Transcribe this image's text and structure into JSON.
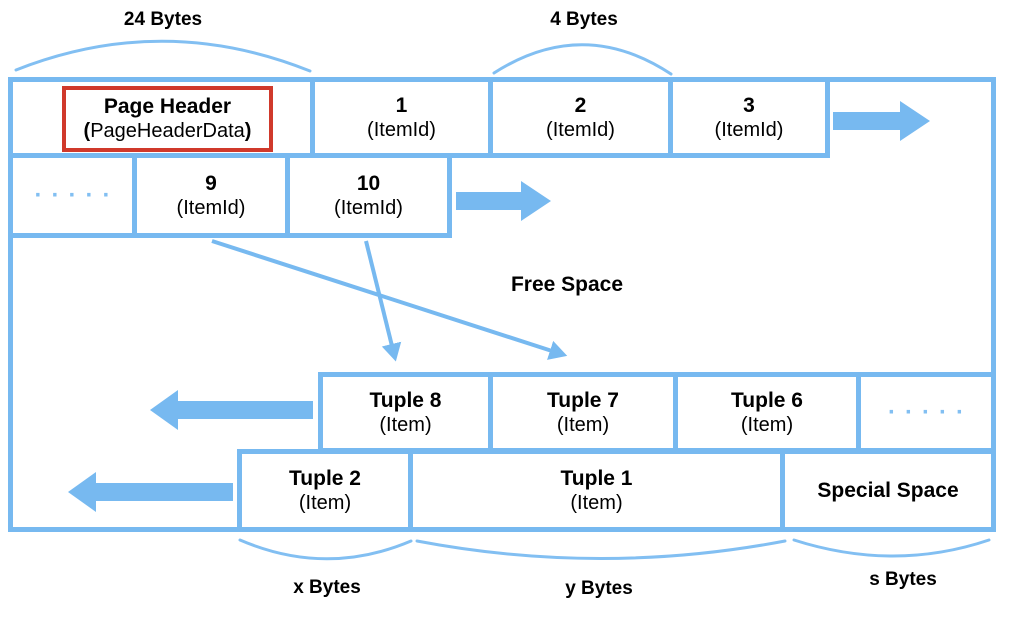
{
  "colors": {
    "blue": "#77B9F0",
    "blue_stroke": "#82BFF2",
    "red_highlight": "#D0392B",
    "text": "#000000"
  },
  "annotations": {
    "top_left": "24 Bytes",
    "top_right": "4 Bytes",
    "free_space": "Free Space",
    "bottom_x": "x Bytes",
    "bottom_y": "y Bytes",
    "bottom_s": "s Bytes"
  },
  "page_header": {
    "title": "Page Header",
    "paren_open": "(",
    "name": "PageHeaderData",
    "paren_close": ")"
  },
  "item_pointers_row1": [
    {
      "id": "1",
      "type": "(ItemId)"
    },
    {
      "id": "2",
      "type": "(ItemId)"
    },
    {
      "id": "3",
      "type": "(ItemId)"
    }
  ],
  "item_pointers_row2": {
    "ellipsis": "·····",
    "items": [
      {
        "id": "9",
        "type": "(ItemId)"
      },
      {
        "id": "10",
        "type": "(ItemId)"
      }
    ]
  },
  "tuples_upper": [
    {
      "name": "Tuple 8",
      "type": "(Item)"
    },
    {
      "name": "Tuple 7",
      "type": "(Item)"
    },
    {
      "name": "Tuple 6",
      "type": "(Item)"
    }
  ],
  "tuples_upper_ellipsis": "·····",
  "tuples_lower": [
    {
      "name": "Tuple 2",
      "type": "(Item)"
    },
    {
      "name": "Tuple 1",
      "type": "(Item)"
    }
  ],
  "special_space": "Special Space"
}
